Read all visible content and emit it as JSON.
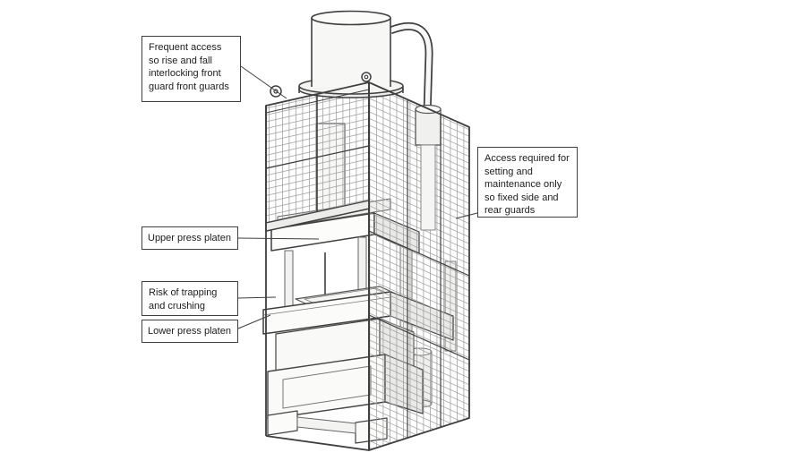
{
  "diagram": {
    "background_color": "#ffffff",
    "line_color": "#3f3f3f",
    "mesh_color": "#9a9a9a",
    "callouts": [
      {
        "id": "front-guards",
        "text": "Frequent access so rise and fall interlocking front guard front guards"
      },
      {
        "id": "side-rear-guards",
        "text": "Access required for setting and maintenance only so fixed side and rear guards"
      },
      {
        "id": "upper-platen",
        "text": "Upper press platen"
      },
      {
        "id": "trapping-crushing",
        "text": "Risk of trapping and crushing"
      },
      {
        "id": "lower-platen",
        "text": "Lower press platen"
      }
    ]
  }
}
